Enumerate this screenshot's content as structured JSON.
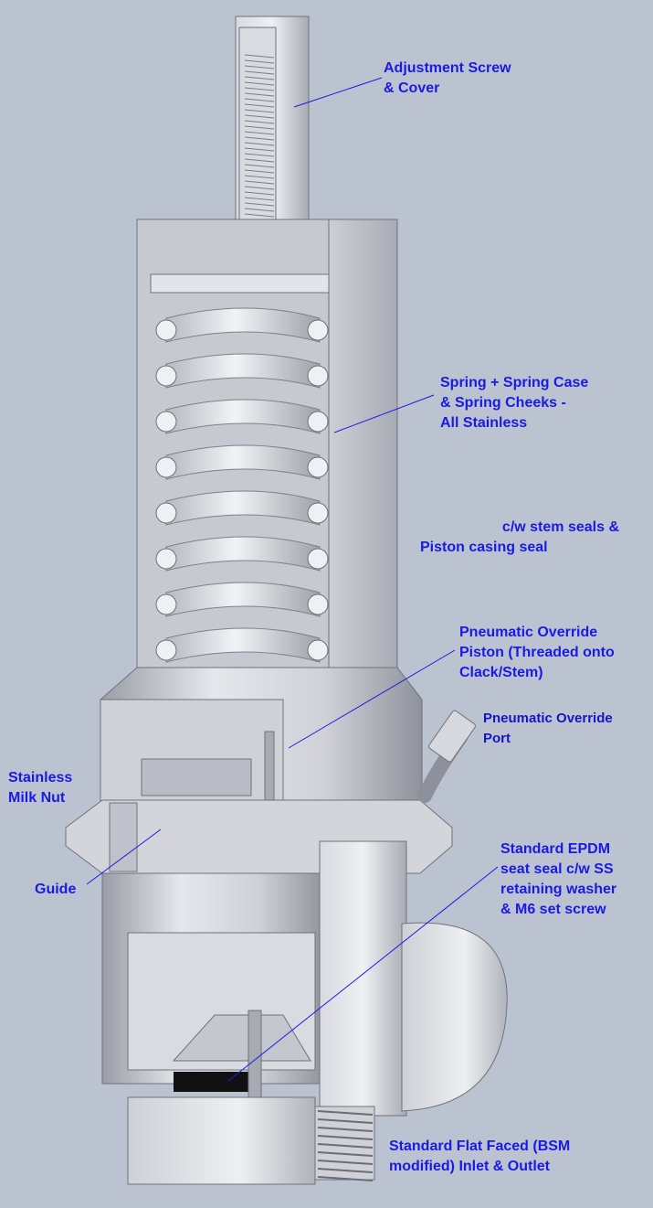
{
  "colors": {
    "background": "#bcc3d0",
    "label_text": "#1a1ae6",
    "leader_line": "#1a1ae6",
    "metal_light": "#e4e5ea",
    "metal_mid": "#c9cbd2",
    "metal_dark": "#8e919b",
    "seal": "#111111"
  },
  "labels": {
    "adjustment_screw": [
      "Adjustment Screw",
      "& Cover"
    ],
    "spring_case": [
      "Spring + Spring Case",
      "& Spring Cheeks -",
      "All Stainless"
    ],
    "stem_seals": [
      "c/w stem seals &",
      "Piston casing seal"
    ],
    "pneumatic_piston": [
      "Pneumatic Override",
      "Piston (Threaded onto",
      "Clack/Stem)"
    ],
    "pneumatic_port": [
      "Pneumatic Override",
      "Port"
    ],
    "milk_nut": [
      "Stainless",
      "Milk Nut"
    ],
    "guide": [
      "Guide"
    ],
    "seat_seal": [
      "Standard EPDM",
      "seat seal c/w SS",
      "retaining washer",
      "& M6 set screw"
    ],
    "inlet_outlet": [
      "Standard Flat Faced (BSM",
      "modified) Inlet & Outlet"
    ]
  },
  "icons": {
    "valve": "relief-valve-cutaway-icon"
  }
}
